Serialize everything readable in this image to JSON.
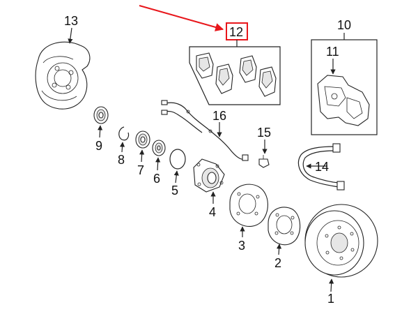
{
  "diagram": {
    "callouts": [
      {
        "id": "c1",
        "label": "1"
      },
      {
        "id": "c2",
        "label": "2"
      },
      {
        "id": "c3",
        "label": "3"
      },
      {
        "id": "c4",
        "label": "4"
      },
      {
        "id": "c5",
        "label": "5"
      },
      {
        "id": "c6",
        "label": "6"
      },
      {
        "id": "c7",
        "label": "7"
      },
      {
        "id": "c8",
        "label": "8"
      },
      {
        "id": "c9",
        "label": "9"
      },
      {
        "id": "c10",
        "label": "10"
      },
      {
        "id": "c11",
        "label": "11"
      },
      {
        "id": "c12",
        "label": "12"
      },
      {
        "id": "c13",
        "label": "13"
      },
      {
        "id": "c14",
        "label": "14"
      },
      {
        "id": "c15",
        "label": "15"
      },
      {
        "id": "c16",
        "label": "16"
      }
    ],
    "highlight": {
      "callout": "12",
      "color": "#e8161b"
    },
    "line_color": "#222222"
  }
}
